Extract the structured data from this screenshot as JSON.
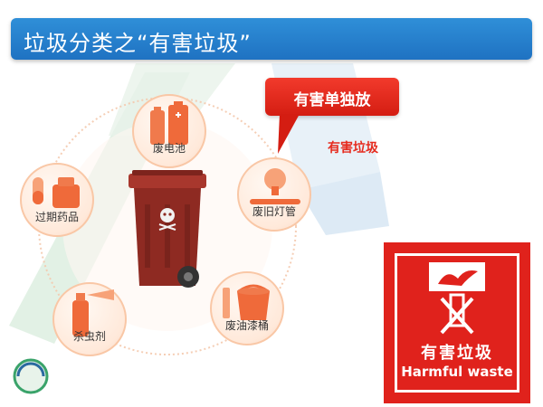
{
  "slide": {
    "title": "垃圾分类之“有害垃圾”",
    "callout": "有害单独放",
    "callout_sub": "有害垃圾"
  },
  "items": [
    {
      "label": "废电池",
      "icon": "battery-icon"
    },
    {
      "label": "过期药品",
      "icon": "medicine-icon"
    },
    {
      "label": "废旧灯管",
      "icon": "lightbulb-icon"
    },
    {
      "label": "杀虫剂",
      "icon": "spray-can-icon"
    },
    {
      "label": "废油漆桶",
      "icon": "paint-bucket-icon"
    }
  ],
  "sign": {
    "cn": "有害垃圾",
    "en": "Harmful waste"
  },
  "colors": {
    "banner": "#2f8fd8",
    "accent_red": "#e0221c",
    "bin": "#8e2a22",
    "circle_fill": "#ffe9da"
  }
}
